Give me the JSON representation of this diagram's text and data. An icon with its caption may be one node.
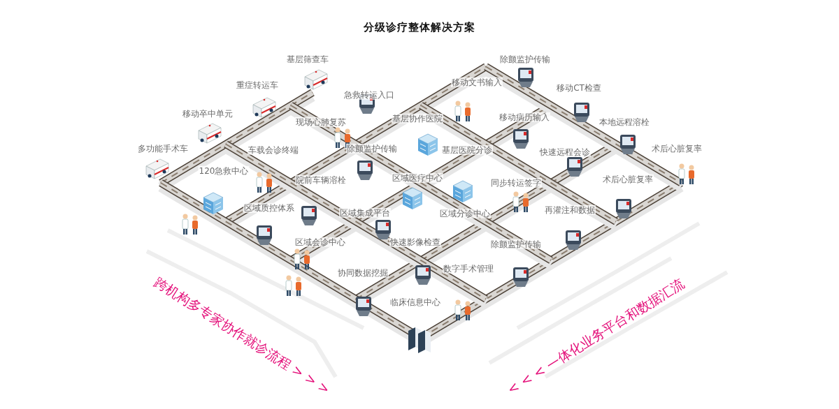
{
  "diagram": {
    "title": "分级诊疗整体解决方案",
    "labels": [
      "基层筛查车",
      "除颤监护传输",
      "移动文书输入",
      "重症转运车",
      "移动CT检查",
      "急救转运入口",
      "移动卒中单元",
      "移动病历输入",
      "基层协作医院",
      "现场心肺复苏",
      "本地远程溶栓",
      "多功能手术车",
      "术后心脏复率",
      "除颤监护传输",
      "车载会诊终端",
      "基层医院分诊",
      "快速远程会诊",
      "120急救中心",
      "区域医疗中心",
      "术后心脏复率",
      "院前车辆溶栓",
      "同步转运签字",
      "区域质控体系",
      "再灌注和数据",
      "区域集成平台",
      "区域分诊中心",
      "区域会诊中心",
      "快速影像检查",
      "除颤监护传输",
      "数字手术管理",
      "协同数据挖掘",
      "临床信息中心",
      "跨机构多专家协作就诊流程 > > >",
      "< < < 一体化业务平台和数据汇流"
    ]
  }
}
